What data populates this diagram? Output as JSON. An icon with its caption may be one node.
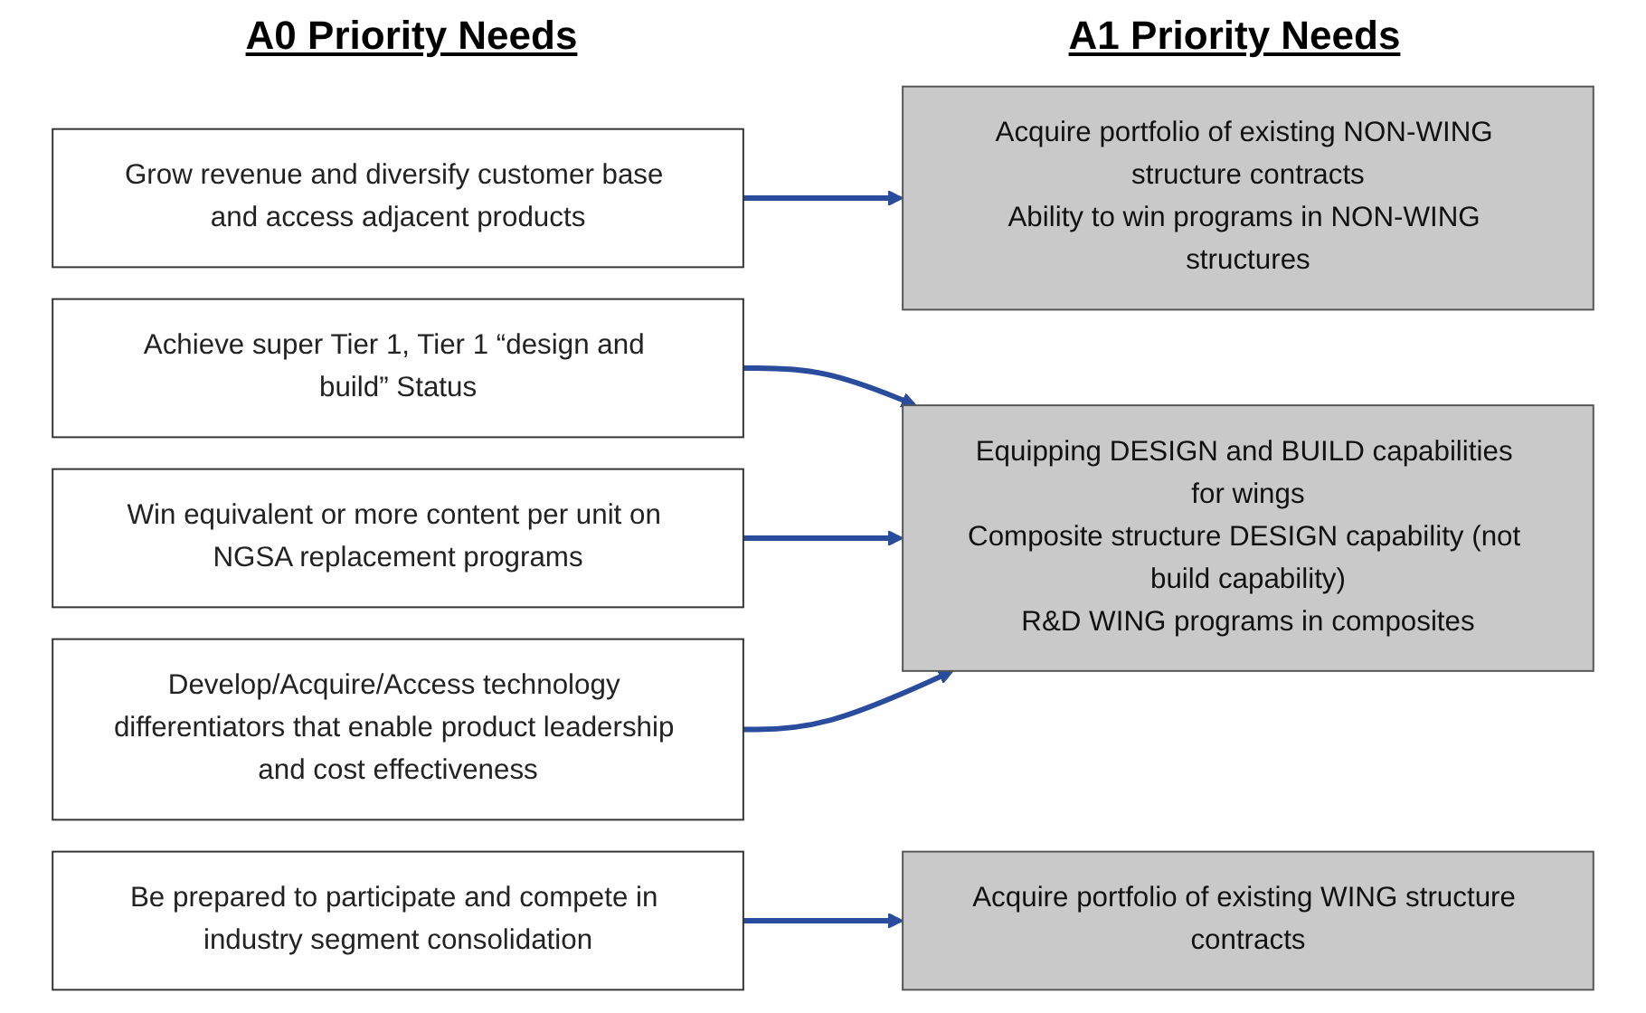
{
  "diagram": {
    "nodes": [
      {
        "text": [
          "Grow revenue and diversify customer base and access adjacent products"
        ]
      },
      {
        "text": [
          "Achieve super Tier 1, Tier 1 “design and build” Status"
        ]
      },
      {
        "text": [
          "Win equivalent or more content per unit on NGSA replacement programs"
        ]
      },
      {
        "text": [
          "Develop/Acquire/Access technology differentiators that enable product leadership and cost effectiveness"
        ]
      },
      {
        "text": [
          "Be prepared to participate and compete in industry segment consolidation"
        ]
      },
      {
        "text": [
          "Acquire portfolio of existing NON-WING structure contracts",
          "Ability to win programs in NON-WING structures"
        ]
      },
      {
        "text": [
          "Equipping DESIGN and BUILD capabilities for wings",
          "Composite structure DESIGN capability (not build capability)",
          "R&D WING programs in composites"
        ]
      },
      {
        "text": [
          "Acquire portfolio of existing WING structure contracts"
        ]
      }
    ],
    "edges": [
      {
        "from": 0,
        "to": 5,
        "arrow": "to"
      },
      {
        "from": 1,
        "to": 6,
        "arrow": "to"
      },
      {
        "from": 2,
        "to": 6,
        "arrow": "to"
      },
      {
        "from": 3,
        "to": 6,
        "arrow": "to"
      },
      {
        "from": 4,
        "to": 7,
        "arrow": "to"
      }
    ],
    "labels": [
      "A0 Priority Needs",
      "A1 Priority Needs"
    ]
  }
}
